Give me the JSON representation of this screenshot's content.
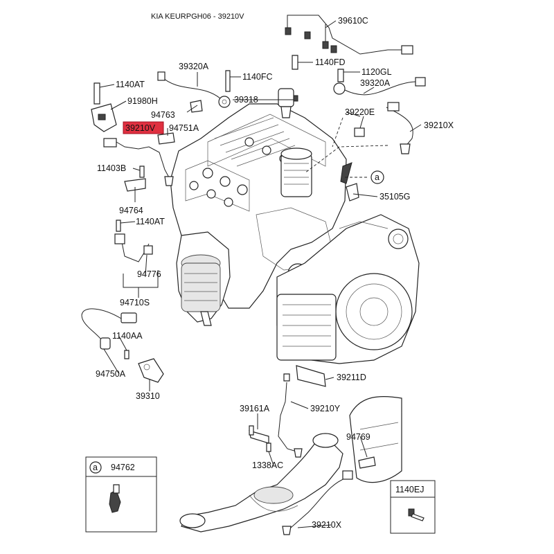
{
  "title": "KIA KEURPGH06 - 39210V",
  "highlight_part": "39210V",
  "highlight_color": "#e03040",
  "labels": {
    "p39610C": "39610C",
    "p1140FD": "1140FD",
    "p39320A_left": "39320A",
    "p1140FC": "1140FC",
    "p1120GL": "1120GL",
    "p1140AT_top": "1140AT",
    "p39320A_right": "39320A",
    "p91980H": "91980H",
    "p39318": "39318",
    "p94763": "94763",
    "p39220E": "39220E",
    "p39210V": "39210V",
    "p94751A": "94751A",
    "p39210X_top": "39210X",
    "p11403B": "11403B",
    "callout_a": "a",
    "p35105G": "35105G",
    "p94764": "94764",
    "p1140AT_mid": "1140AT",
    "p94776": "94776",
    "p94710S": "94710S",
    "p1140AA": "1140AA",
    "p94750A": "94750A",
    "p39211D": "39211D",
    "p39310": "39310",
    "p39161A": "39161A",
    "p39210Y": "39210Y",
    "p94769": "94769",
    "p1338AC": "1338AC",
    "box_a_letter": "a",
    "p94762": "94762",
    "p1140EJ": "1140EJ",
    "p39210X_bottom": "39210X"
  }
}
